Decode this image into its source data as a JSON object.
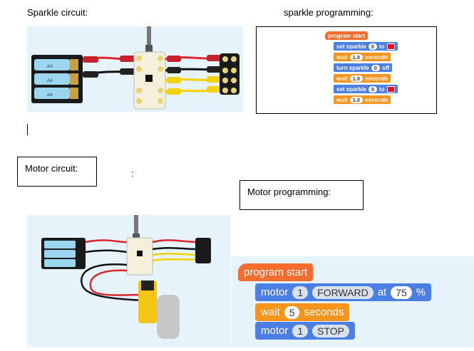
{
  "labels": {
    "sparkle_circuit": "Sparkle circuit:",
    "sparkle_programming": "sparkle programming:",
    "motor_circuit": "Motor circuit:",
    "colon": ":",
    "motor_programming": "Motor programming:"
  },
  "colors": {
    "program_start": "#f26d2e",
    "blue_block": "#4c7fe3",
    "orange_block": "#f7941d",
    "red_swatch": "#e8141c",
    "panel_bg": "#e7f3fa"
  },
  "sparkle_program": {
    "start": "program start",
    "blocks": [
      {
        "kind": "set",
        "text": "set sparkle",
        "arg": "0",
        "mid": "to",
        "color_value": "red"
      },
      {
        "kind": "wait",
        "text": "wait",
        "arg": "1.0",
        "tail": "seconds"
      },
      {
        "kind": "turn",
        "text": "turn sparkle",
        "arg": "0",
        "tail": "off"
      },
      {
        "kind": "wait",
        "text": "wait",
        "arg": "1.0",
        "tail": "seconds"
      },
      {
        "kind": "set",
        "text": "set sparkle",
        "arg": "0",
        "mid": "to",
        "color_value": "red"
      },
      {
        "kind": "wait",
        "text": "wait",
        "arg": "1.0",
        "tail": "seconds"
      }
    ]
  },
  "motor_program": {
    "start": "program start",
    "motor_forward": {
      "text": "motor",
      "motor": "1",
      "direction": "FORWARD",
      "at": "at",
      "speed": "75",
      "unit": "%"
    },
    "wait": {
      "text": "wait",
      "value": "5",
      "unit": "seconds"
    },
    "motor_stop": {
      "text": "motor",
      "motor": "1",
      "action": "STOP"
    }
  },
  "circuit": {
    "battery_label": "AA"
  }
}
